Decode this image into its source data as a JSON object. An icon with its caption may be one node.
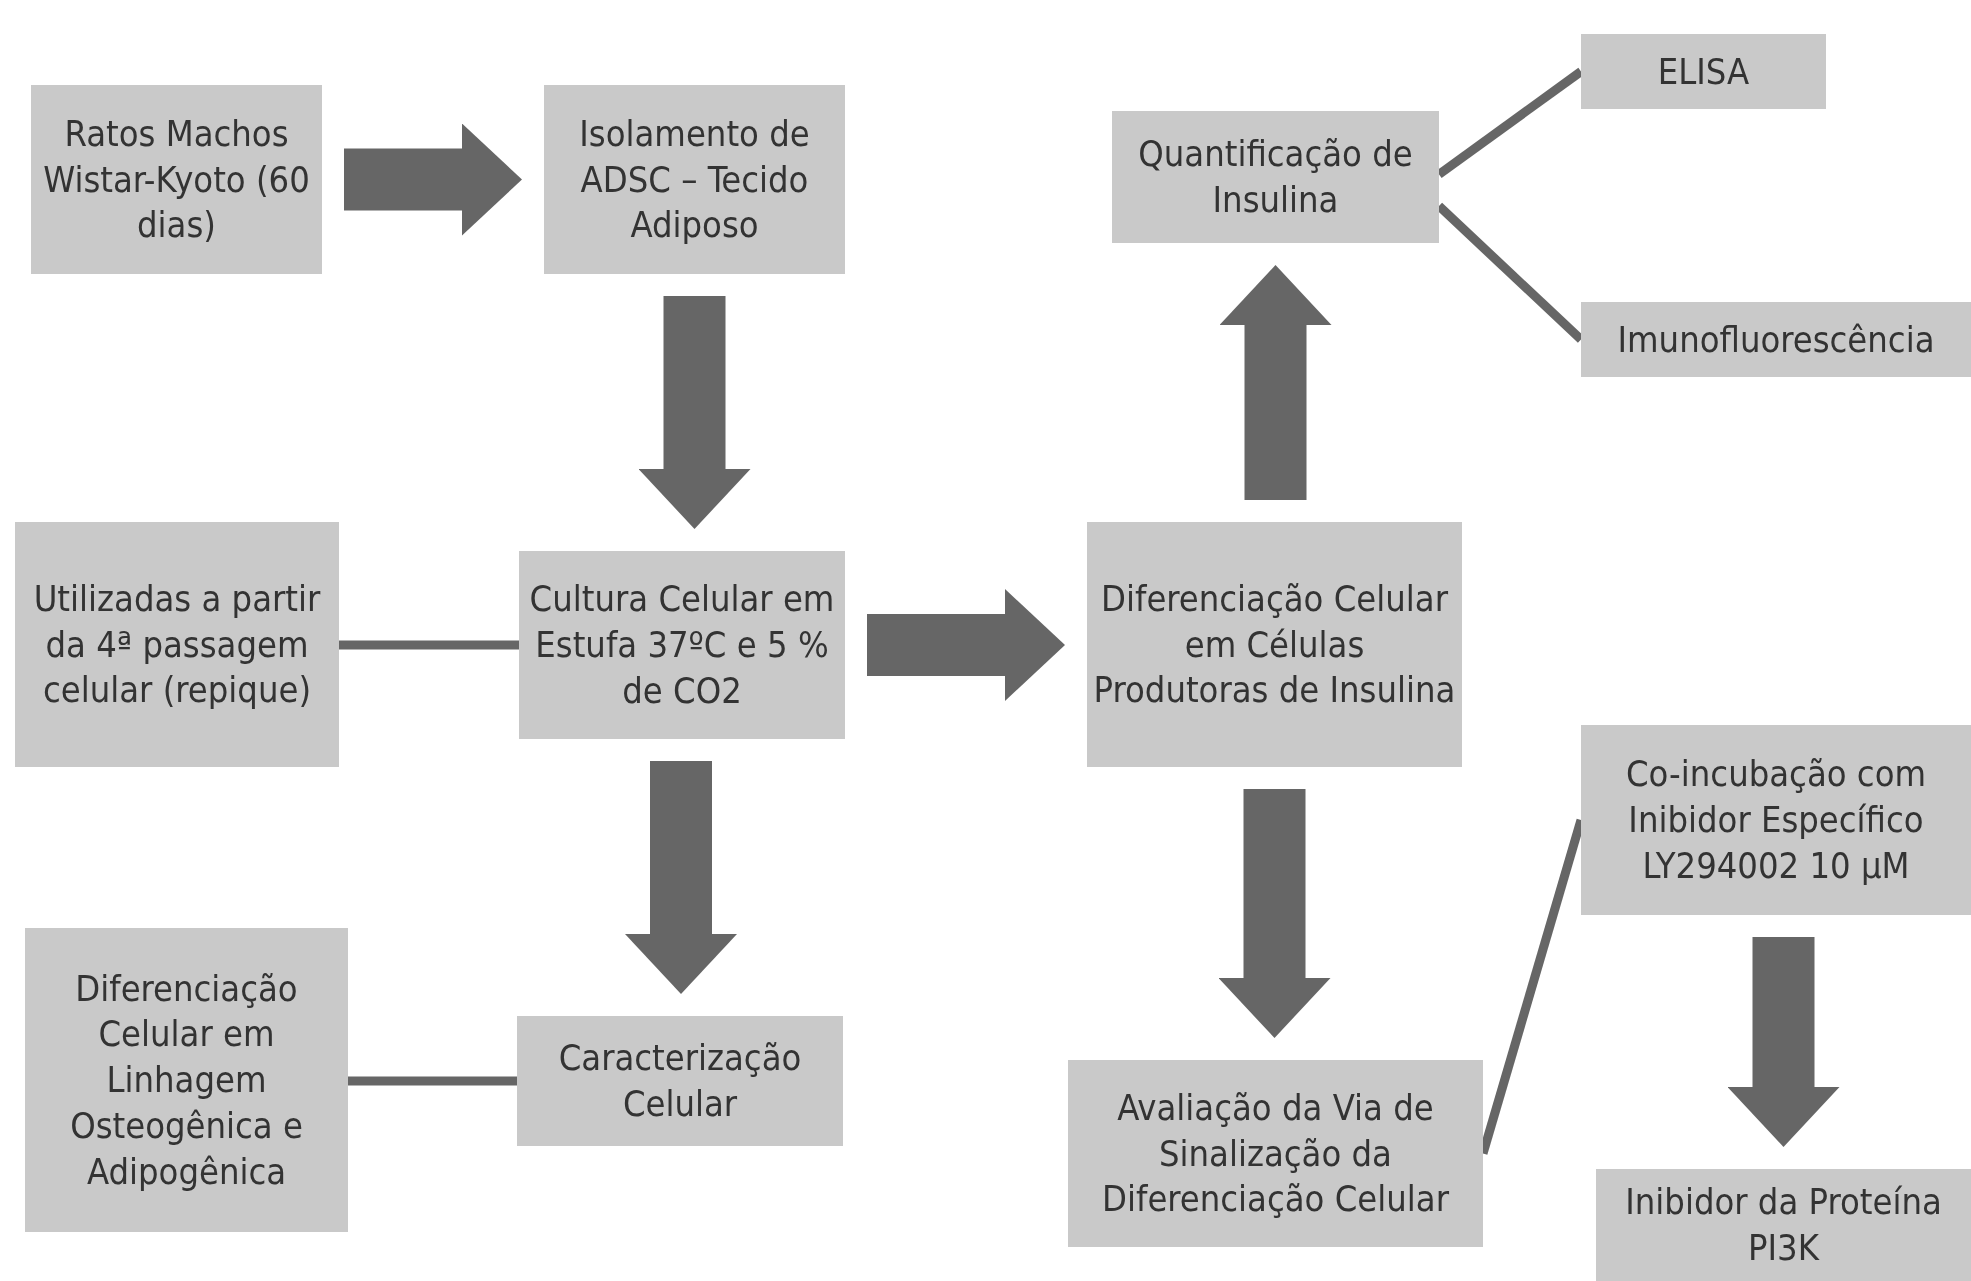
{
  "diagram": {
    "nodes": [
      {
        "text": [
          "Ratos Machos Wistar-Kyoto (60 dias)"
        ]
      },
      {
        "text": [
          "Isolamento de ADSC – Tecido Adiposo"
        ]
      },
      {
        "text": [
          "Quantificação de Insulina"
        ]
      },
      {
        "text": [
          "ELISA"
        ]
      },
      {
        "text": [
          "Imunofluorescência"
        ]
      },
      {
        "text": [
          "Utilizadas a partir da 4ª passagem celular (repique)"
        ]
      },
      {
        "text": [
          "Cultura Celular em Estufa 37ºC e 5 % de CO2"
        ]
      },
      {
        "text": [
          "Diferenciação Celular em Células Produtoras de Insulina"
        ]
      },
      {
        "text": [
          "Co-incubação com Inibidor Específico LY294002 10 µM"
        ]
      },
      {
        "text": [
          "Diferenciação Celular em Linhagem Osteogênica e Adipogênica"
        ]
      },
      {
        "text": [
          "Caracterização Celular"
        ]
      },
      {
        "text": [
          "Avaliação da Via de Sinalização da Diferenciação Celular"
        ]
      },
      {
        "text": [
          "Inibidor da Proteína PI3K"
        ]
      }
    ],
    "edges": [
      {
        "from": 0,
        "to": 1,
        "arrow": "to"
      },
      {
        "from": 1,
        "to": 6,
        "arrow": "to"
      },
      {
        "from": 2,
        "to": 3,
        "arrow": "none"
      },
      {
        "from": 2,
        "to": 4,
        "arrow": "none"
      },
      {
        "from": 5,
        "to": 6,
        "arrow": "none"
      },
      {
        "from": 6,
        "to": 7,
        "arrow": "to"
      },
      {
        "from": 7,
        "to": 2,
        "arrow": "to"
      },
      {
        "from": 6,
        "to": 10,
        "arrow": "to"
      },
      {
        "from": 9,
        "to": 10,
        "arrow": "none"
      },
      {
        "from": 7,
        "to": 11,
        "arrow": "to"
      },
      {
        "from": 11,
        "to": 8,
        "arrow": "none"
      },
      {
        "from": 8,
        "to": 12,
        "arrow": "to"
      }
    ]
  }
}
